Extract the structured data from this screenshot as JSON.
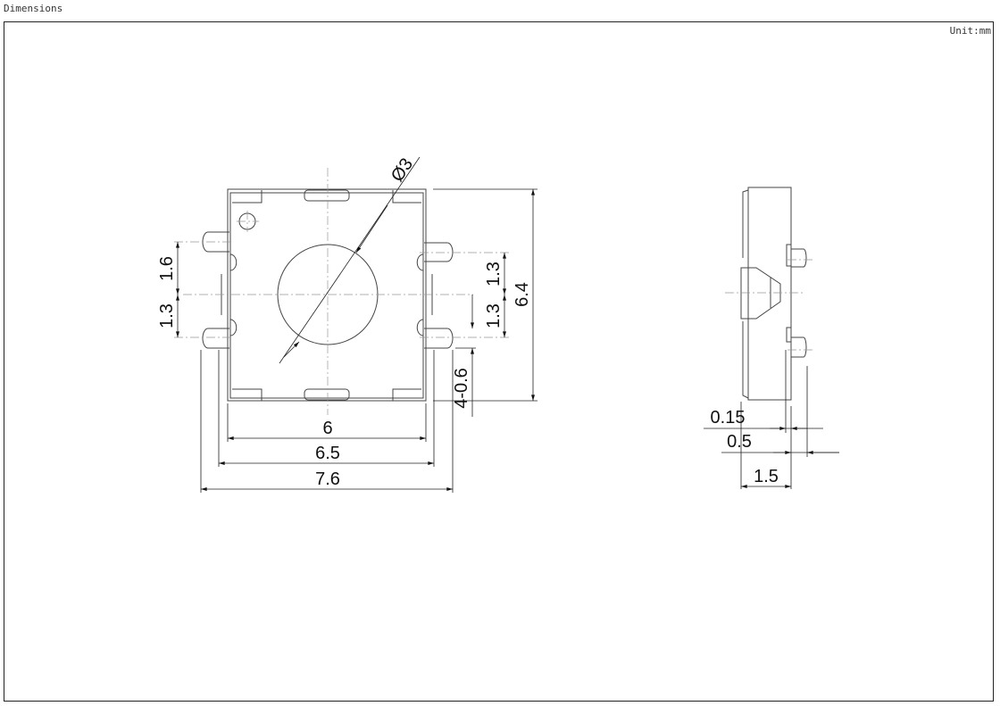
{
  "header": {
    "title": "Dimensions",
    "unit": "Unit:mm"
  },
  "front_view": {
    "diameter": "Ø3",
    "width_body": "6",
    "width_frame": "6.5",
    "width_total": "7.6",
    "height_total": "6.4",
    "left_pitch_upper": "1.6",
    "left_pitch_lower": "1.3",
    "right_pitch_upper": "1.3",
    "right_pitch_lower": "1.3",
    "pin_width": "4-0.6"
  },
  "side_view": {
    "plate_offset": "0.15",
    "pin_length": "0.5",
    "thickness": "1.5"
  }
}
